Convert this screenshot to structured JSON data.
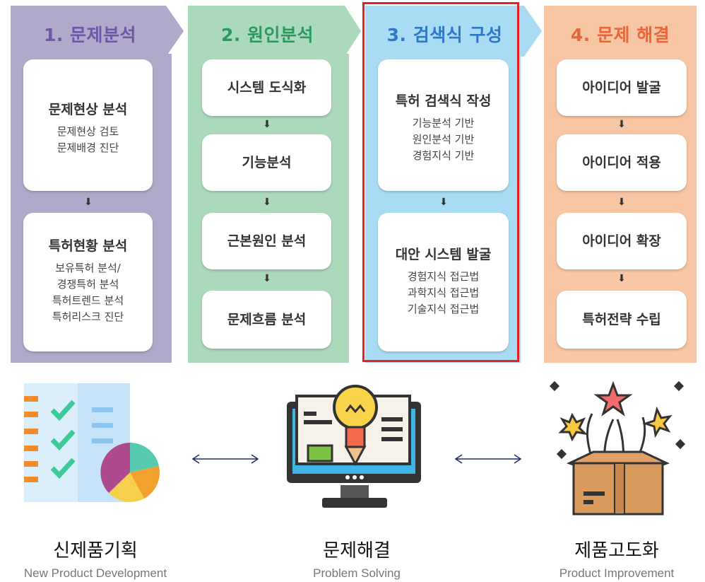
{
  "columns": [
    {
      "title": "1. 문제분석",
      "color": "#b0a9c9",
      "title_color": "#6a58a8",
      "boxes": [
        {
          "title": "문제현상 분석",
          "lines": [
            "문제현상 검토",
            "문제배경 진단"
          ]
        },
        {
          "title": "특허현황 분석",
          "lines": [
            "보유특허 분석/",
            "경쟁특허 분석",
            "특허트렌드 분석",
            "특허리스크 진단"
          ]
        }
      ]
    },
    {
      "title": "2. 원인분석",
      "color": "#aad9bc",
      "title_color": "#2b9a5e",
      "boxes": [
        {
          "title": "시스템 도식화"
        },
        {
          "title": "기능분석"
        },
        {
          "title": "근본원인 분석"
        },
        {
          "title": "문제흐름 분석"
        }
      ]
    },
    {
      "title": "3. 검색식 구성",
      "color": "#a9dcf4",
      "title_color": "#2f78c8",
      "highlight_color": "#e32222",
      "boxes": [
        {
          "title": "특허 검색식 작성",
          "lines": [
            "기능분석 기반",
            "원인분석 기반",
            "경험지식 기반"
          ]
        },
        {
          "title": "대안 시스템 발굴",
          "lines": [
            "경험지식 접근법",
            "과학지식 접근법",
            "기술지식 접근법"
          ]
        }
      ]
    },
    {
      "title": "4. 문제 해결",
      "color": "#f7c6a4",
      "title_color": "#e8663a",
      "boxes": [
        {
          "title": "아이디어 발굴"
        },
        {
          "title": "아이디어 적용"
        },
        {
          "title": "아이디어 확장"
        },
        {
          "title": "특허전략 수립"
        }
      ]
    }
  ],
  "bottom": [
    {
      "kr": "신제품기획",
      "en": "New Product Development",
      "icon": "checklist-pie-icon"
    },
    {
      "kr": "문제해결",
      "en": "Problem Solving",
      "icon": "monitor-lightbulb-icon"
    },
    {
      "kr": "제품고도화",
      "en": "Product Improvement",
      "icon": "gift-box-burst-icon"
    }
  ],
  "arrow_glyph": "⬇"
}
